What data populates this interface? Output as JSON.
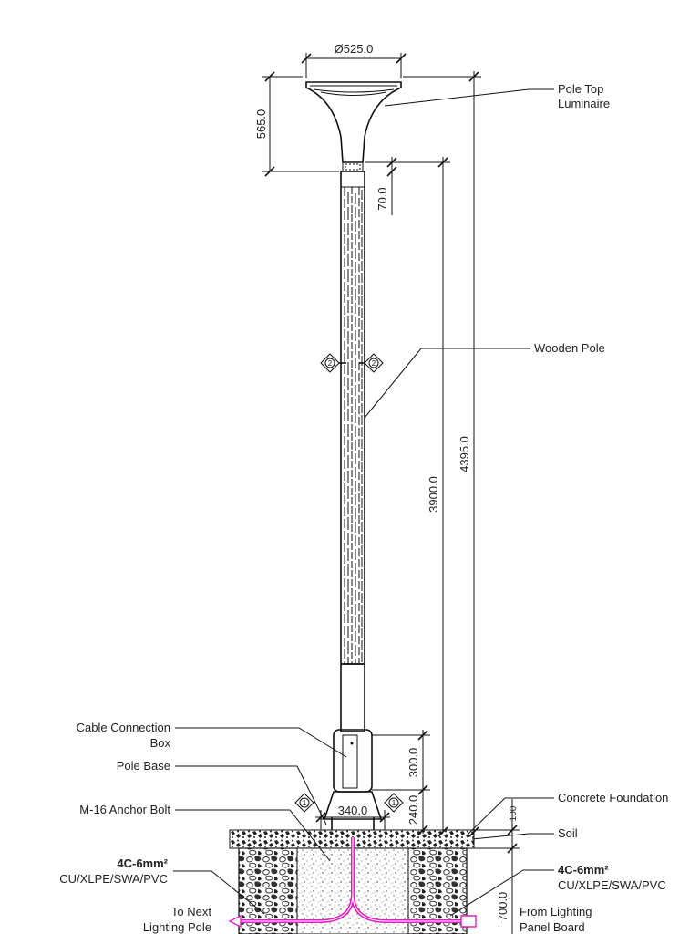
{
  "dimensions": {
    "luminaire_diameter": "Ø525.0",
    "luminaire_height": "565.0",
    "collar_height": "70.0",
    "pole_height": "3900.0",
    "overall_height": "4395.0",
    "box_height": "300.0",
    "base_height": "240.0",
    "base_width": "340.0",
    "foundation_top": "100",
    "foundation_depth": "700.0"
  },
  "callouts": {
    "pole_top_luminaire": [
      "Pole Top",
      "Luminaire"
    ],
    "wooden_pole": "Wooden Pole",
    "cable_connection_box": [
      "Cable Connection",
      "Box"
    ],
    "pole_base": "Pole Base",
    "anchor_bolt": "M-16 Anchor Bolt",
    "concrete_foundation": "Concrete Foundation",
    "soil": "Soil",
    "cable_left": [
      "4C-6mm²",
      "CU/XLPE/SWA/PVC"
    ],
    "cable_right": [
      "4C-6mm²",
      "CU/XLPE/SWA/PVC"
    ],
    "to_next": [
      "To Next",
      "Lighting Pole"
    ],
    "from_panel": [
      "From Lighting",
      "Panel Board"
    ]
  },
  "tags": {
    "section_2": "2",
    "section_1": "1"
  },
  "colors": {
    "line": "#111111",
    "cable": "#e020c0",
    "arrow": "#e020c0"
  }
}
